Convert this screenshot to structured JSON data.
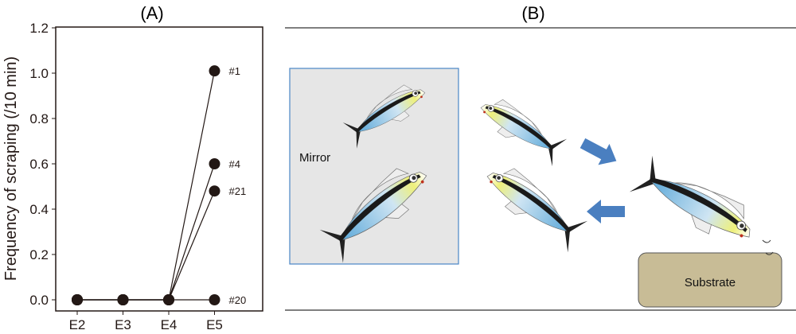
{
  "panel_a": {
    "label": "(A)"
  },
  "panel_b": {
    "label": "(B)",
    "mirror_label": "Mirror",
    "substrate_label": "Substrate"
  },
  "colors": {
    "marker": "#231815",
    "mirror_fill": "#e6e6e6",
    "mirror_border": "#4a86c6",
    "arrow": "#4a7fc0",
    "substrate_fill": "#c8bc96",
    "fish_stripe": "#1a1a1a",
    "fish_blue": "#5aa7d8",
    "fish_yellow": "#eef07a",
    "fish_mouth": "#c0311c"
  },
  "chart_data": {
    "type": "line",
    "title": "(A)",
    "xlabel": "",
    "ylabel": "Frequency of scraping (/10 min)",
    "categories": [
      "E2",
      "E3",
      "E4",
      "E5"
    ],
    "ylim": [
      0,
      1.2
    ],
    "yticks": [
      "0.0",
      "0.2",
      "0.4",
      "0.6",
      "0.8",
      "1.0",
      "1.2"
    ],
    "grid": false,
    "series": [
      {
        "name": "#1",
        "values": [
          0,
          0,
          0,
          1.01
        ]
      },
      {
        "name": "#4",
        "values": [
          0,
          0,
          0,
          0.6
        ]
      },
      {
        "name": "#21",
        "values": [
          0,
          0,
          0,
          0.48
        ]
      },
      {
        "name": "#20",
        "values": [
          0,
          0,
          0,
          0
        ]
      }
    ]
  }
}
